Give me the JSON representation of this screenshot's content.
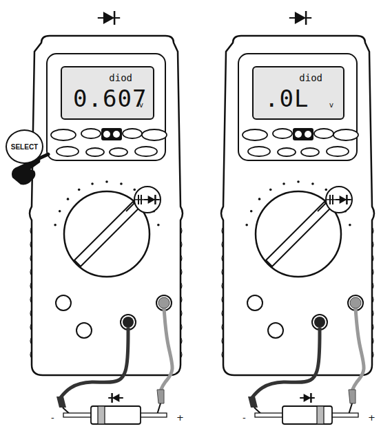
{
  "diagram": {
    "nodes": [
      {
        "text": [
          "diod",
          "0.607",
          "v"
        ]
      },
      {
        "text": [
          "SELECT"
        ]
      },
      {
        "text": [
          "diod",
          ".0L",
          "v"
        ]
      }
    ],
    "labels": [
      "-",
      "+",
      "-",
      "+"
    ]
  }
}
